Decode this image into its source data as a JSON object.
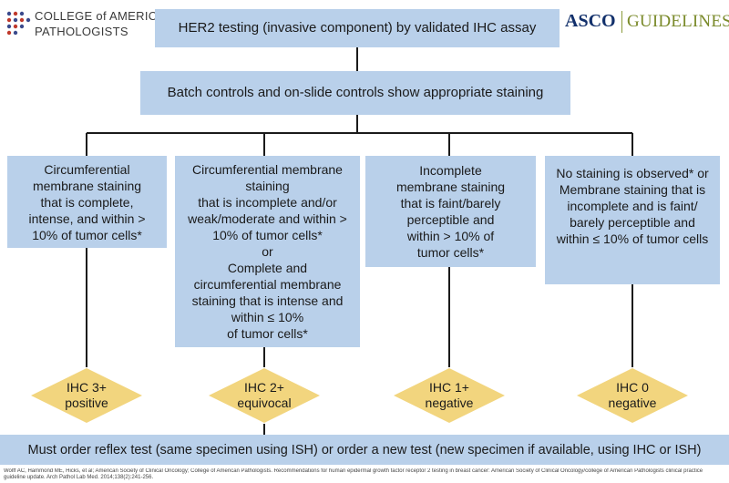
{
  "header": {
    "cap_logo": {
      "line1": "COLLEGE of AMERICAN",
      "line2": "PATHOLOGISTS"
    },
    "asco_logo": {
      "left": "ASCO",
      "right": "GUIDELINES"
    }
  },
  "flow": {
    "top_box": "HER2 testing (invasive component) by validated IHC assay",
    "batch_box": "Batch controls and on-slide controls show appropriate staining",
    "criteria": [
      {
        "lines": [
          "Circumferential",
          "membrane staining",
          "that is complete,",
          "intense, and within >",
          "10% of tumor cells*"
        ]
      },
      {
        "lines": [
          "Circumferential membrane",
          "staining",
          "that is incomplete and/or",
          "weak/moderate and within >",
          "10% of tumor cells*",
          "or",
          "Complete and",
          "circumferential membrane",
          "staining that is intense and",
          "within ≤ 10%",
          "of tumor cells*"
        ]
      },
      {
        "lines": [
          "Incomplete",
          "membrane staining",
          "that is faint/barely",
          "perceptible and",
          "within > 10% of",
          "tumor cells*"
        ]
      },
      {
        "lines": [
          "No staining is observed* or",
          "Membrane staining that is",
          "incomplete and is faint/",
          "barely perceptible and",
          "within ≤ 10% of tumor cells"
        ]
      }
    ],
    "results": [
      {
        "score": "IHC 3+",
        "label": "positive"
      },
      {
        "score": "IHC 2+",
        "label": "equivocal"
      },
      {
        "score": "IHC 1+",
        "label": "negative"
      },
      {
        "score": "IHC 0",
        "label": "negative"
      }
    ],
    "bottom_box": "Must order reflex test (same specimen using ISH) or order a new test (new specimen if available, using IHC or ISH)"
  },
  "footnote": "Wolff AC, Hammond ME, Hicks, et al; American Society of Clinical Oncology; College of American Pathologists. Recommendations for human epidermal growth factor receptor 2 testing in breast cancer: American Society of Clinical Oncology/college of American Pathologists clinical practice guideline update. Arch Pathol Lab Med. 2014;138(2):241-256.",
  "colors": {
    "box_fill": "#b9d0ea",
    "diamond_fill": "#f2d57e",
    "line": "#1a1a1a"
  }
}
